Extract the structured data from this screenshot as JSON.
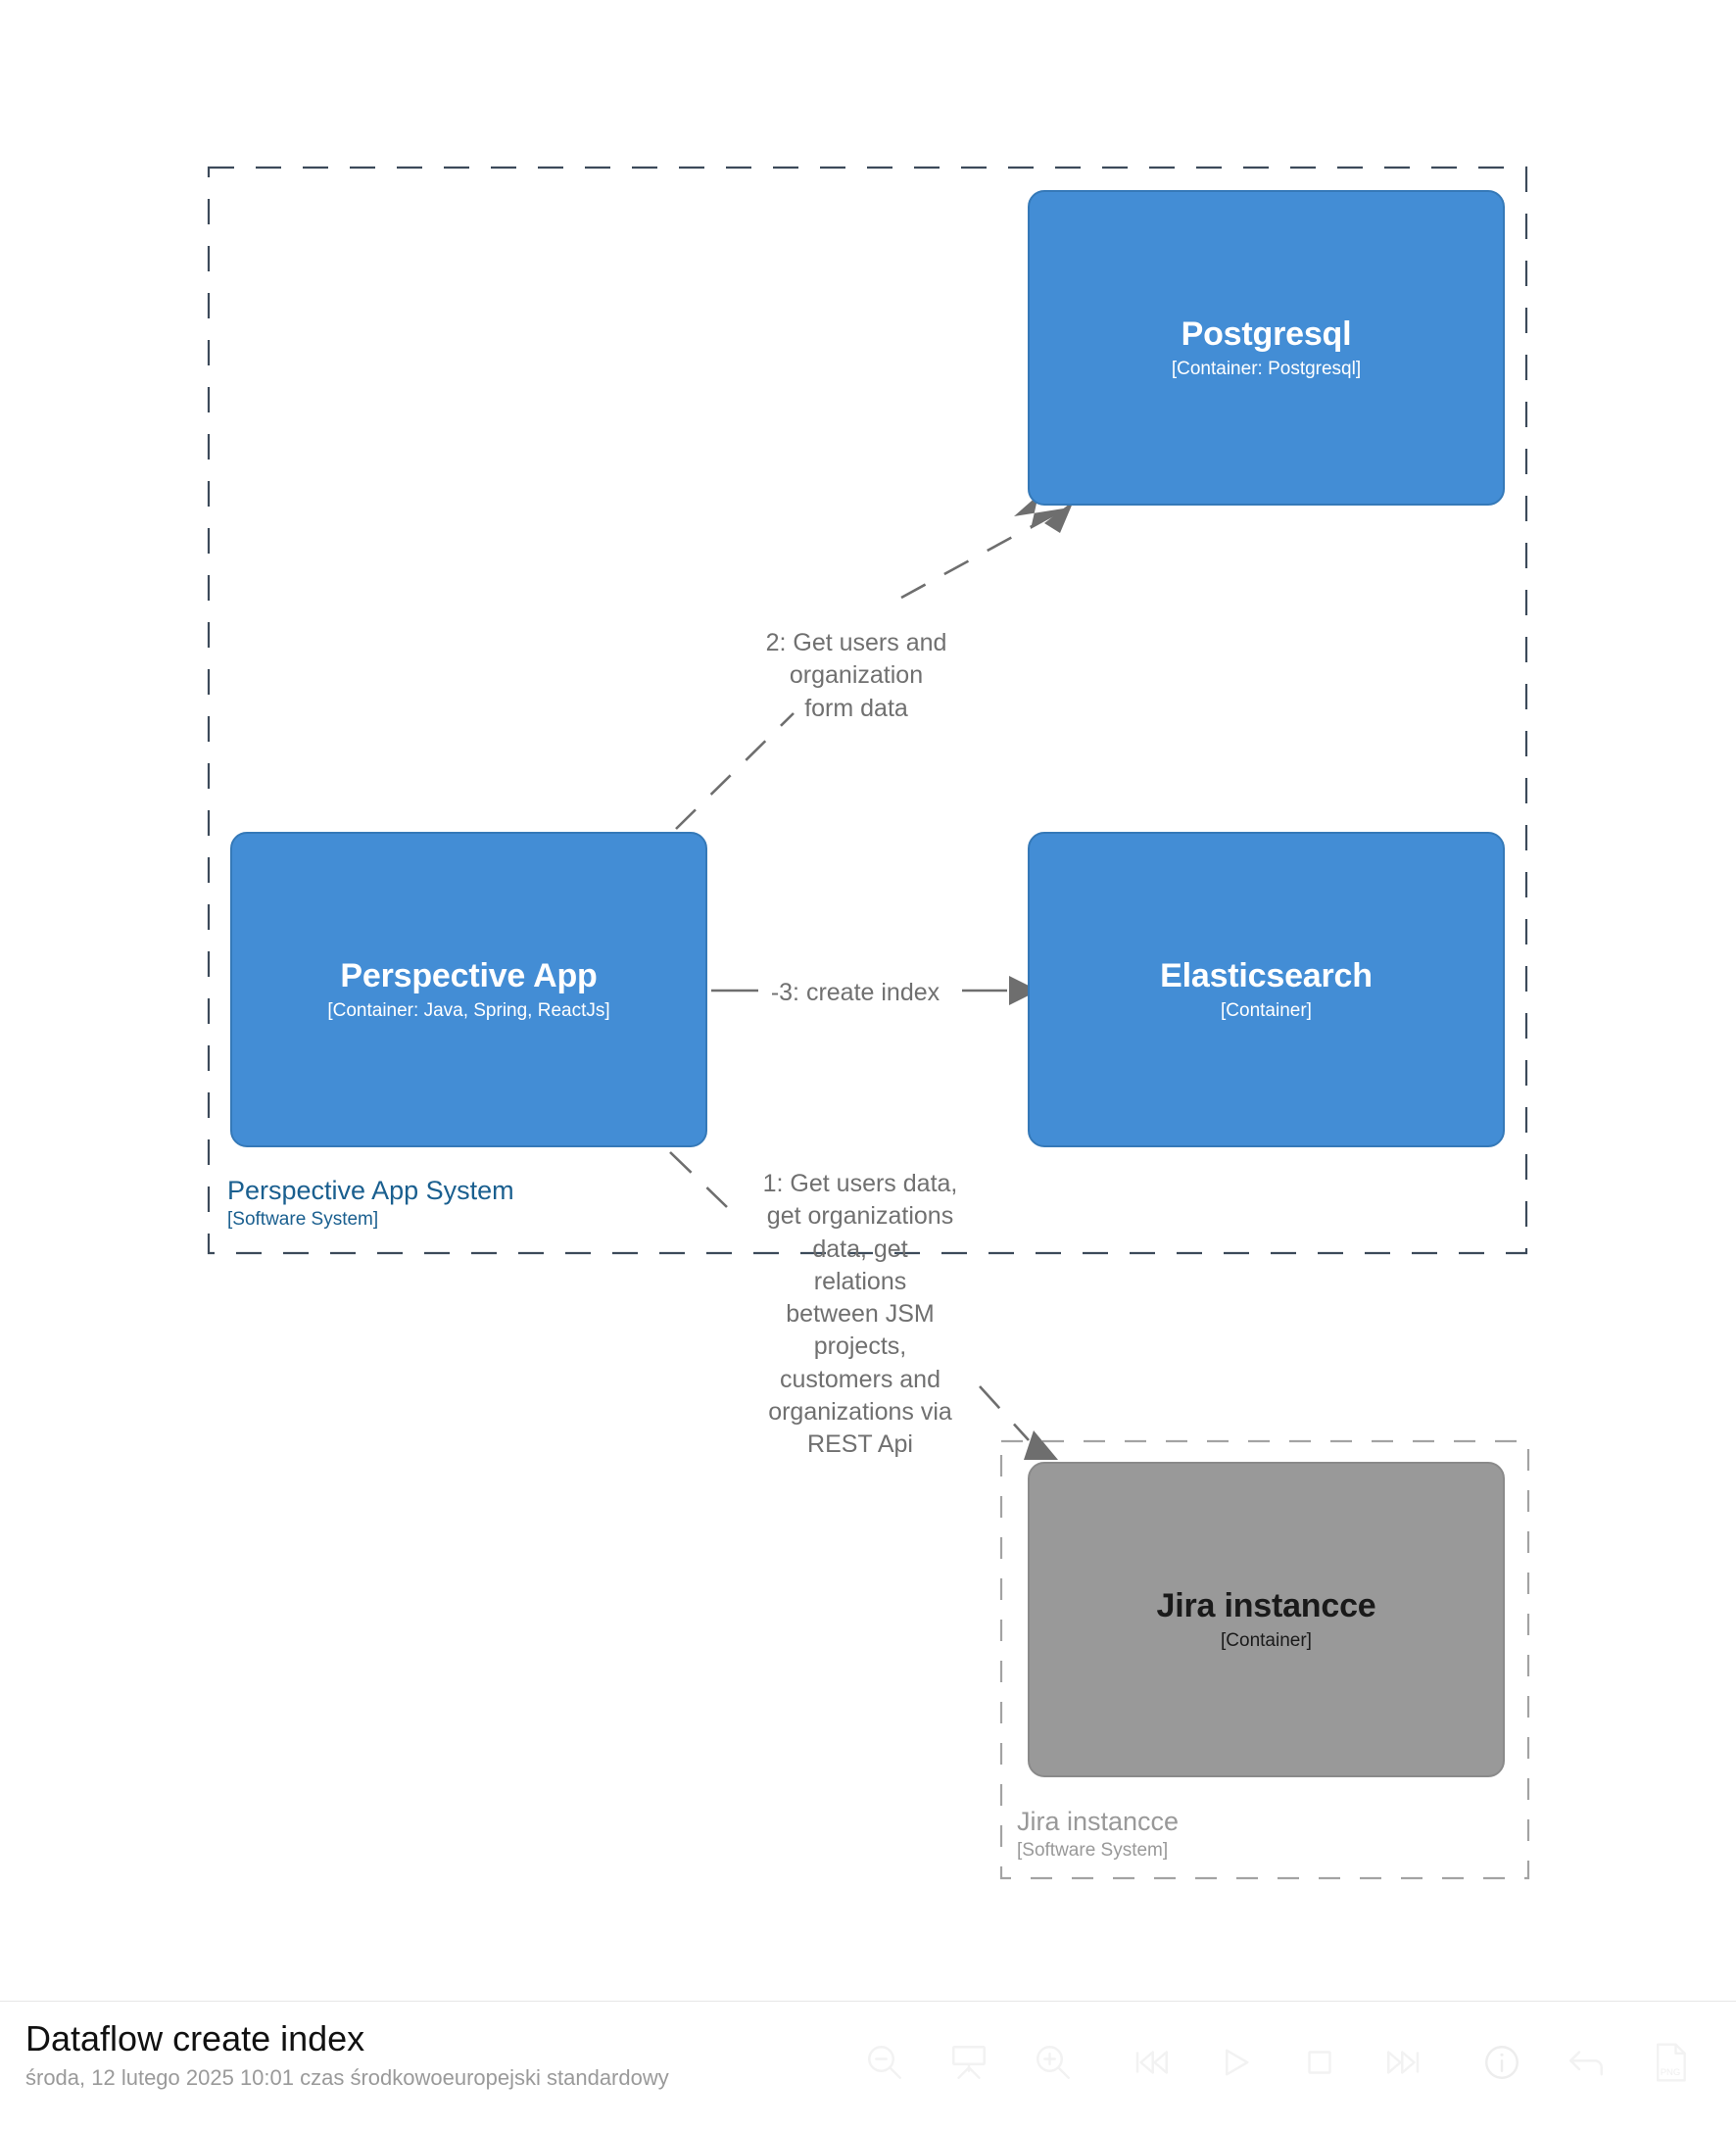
{
  "diagram": {
    "boundaries": [
      {
        "id": "perspective-app-system",
        "name": "Perspective App System",
        "type": "[Software System]",
        "style": "internal-blue",
        "color": "#1a5f8f"
      },
      {
        "id": "jira-instancce",
        "name": "Jira instancce",
        "type": "[Software System]",
        "style": "external-gray",
        "color": "#999999"
      }
    ],
    "nodes": [
      {
        "id": "postgresql",
        "name": "Postgresql",
        "tech": "[Container: Postgresql]",
        "fill": "#438dd5",
        "stroke": "#3579b8",
        "text": "#ffffff"
      },
      {
        "id": "perspective-app",
        "name": "Perspective App",
        "tech": "[Container: Java, Spring, ReactJs]",
        "fill": "#438dd5",
        "stroke": "#3579b8",
        "text": "#ffffff"
      },
      {
        "id": "elasticsearch",
        "name": "Elasticsearch",
        "tech": "[Container]",
        "fill": "#438dd5",
        "stroke": "#3579b8",
        "text": "#ffffff"
      },
      {
        "id": "jira-instancce-container",
        "name": "Jira instancce",
        "tech": "[Container]",
        "fill": "#999999",
        "stroke": "#8a8a8a",
        "text": "#1a1a1a"
      }
    ],
    "relationships": [
      {
        "id": "rel-1",
        "order": "1",
        "label": "1: Get users data,\nget organizations\ndata, get\nrelations\nbetween JSM\nprojects,\ncustomers and\norganizations via\nREST Api",
        "from": "perspective-app",
        "to": "jira-instancce-container"
      },
      {
        "id": "rel-2",
        "order": "2",
        "label": "2: Get users and\norganization\nform data",
        "from": "perspective-app",
        "to": "postgresql"
      },
      {
        "id": "rel-3",
        "order": "3",
        "label": "-3: create index",
        "from": "perspective-app",
        "to": "elasticsearch"
      }
    ]
  },
  "footer": {
    "title": "Dataflow create index",
    "subtitle": "środa, 12 lutego 2025 10:01 czas środkowoeuropejski standardowy",
    "toolbar": [
      {
        "id": "zoom-out",
        "icon": "zoom-out-icon",
        "label": "Zoom Out"
      },
      {
        "id": "fit-to-screen",
        "icon": "easel-icon",
        "label": "Fit to Screen"
      },
      {
        "id": "zoom-in",
        "icon": "zoom-in-icon",
        "label": "Zoom In"
      },
      {
        "id": "skip-back",
        "icon": "skip-back-icon",
        "label": "First Step"
      },
      {
        "id": "play",
        "icon": "play-icon",
        "label": "Play"
      },
      {
        "id": "stop",
        "icon": "stop-icon",
        "label": "Stop"
      },
      {
        "id": "skip-forward",
        "icon": "skip-forward-icon",
        "label": "Last Step"
      },
      {
        "id": "info",
        "icon": "info-icon",
        "label": "Info"
      },
      {
        "id": "back",
        "icon": "back-arrow-icon",
        "label": "Back"
      },
      {
        "id": "export-png",
        "icon": "png-file-icon",
        "label": "PNG"
      }
    ],
    "export_format": "PNG"
  }
}
